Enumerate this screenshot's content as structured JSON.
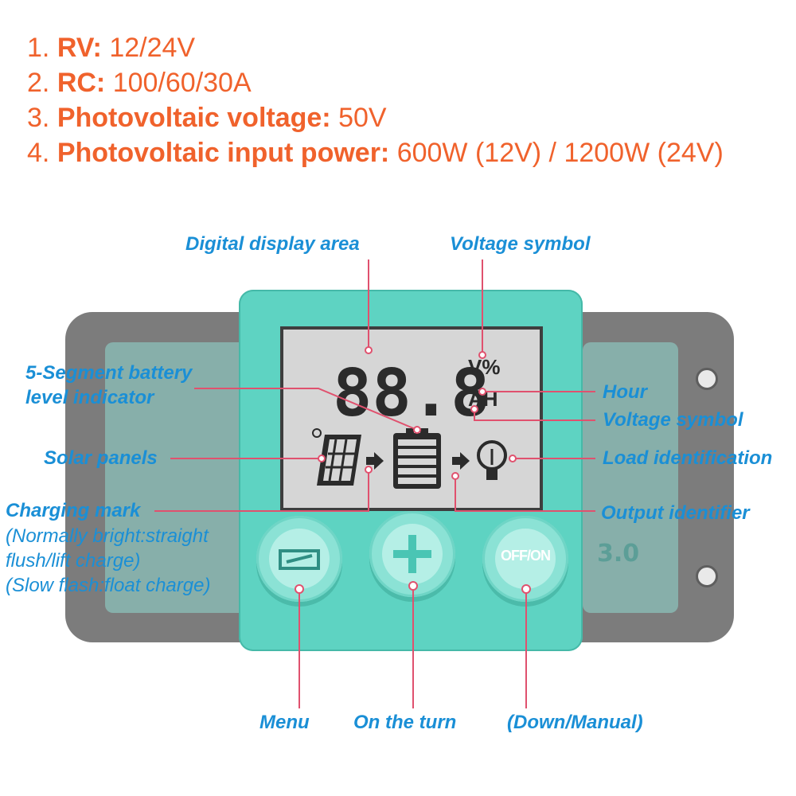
{
  "specs": [
    {
      "num": "1.",
      "label": "RV:",
      "value": "12/24V"
    },
    {
      "num": "2.",
      "label": "RC:",
      "value": "100/60/30A"
    },
    {
      "num": "3.",
      "label": "Photovoltaic voltage:",
      "value": "50V"
    },
    {
      "num": "4.",
      "label": "Photovoltaic input power:",
      "value": "600W (12V) / 1200W (24V)"
    }
  ],
  "callouts": {
    "digital_display_area": "Digital display area",
    "voltage_symbol_top": "Voltage symbol",
    "battery_indicator_line1": "5-Segment battery",
    "battery_indicator_line2": "level indicator",
    "hour": "Hour",
    "voltage_symbol": "Voltage symbol",
    "solar_panels": "Solar panels",
    "load_identification": "Load identification",
    "charging_mark": "Charging mark",
    "output_identifier": "Output identifier",
    "menu": "Menu",
    "on_the_turn": "On the turn",
    "down_manual": "(Down/Manual)"
  },
  "charging_notes": [
    "(Normally bright:straight",
    "flush/lift charge)",
    "(Slow flash:float charge)"
  ],
  "lcd": {
    "digits": "88.8",
    "unit_top": "V%",
    "unit_bottom": "AH"
  },
  "buttons": {
    "offon_label": "OFF/ON"
  },
  "colors": {
    "spec_text": "#f0622c",
    "callout_text": "#1a8fd6",
    "leader_line": "#e0516e",
    "panel": "#5ed3c2"
  }
}
